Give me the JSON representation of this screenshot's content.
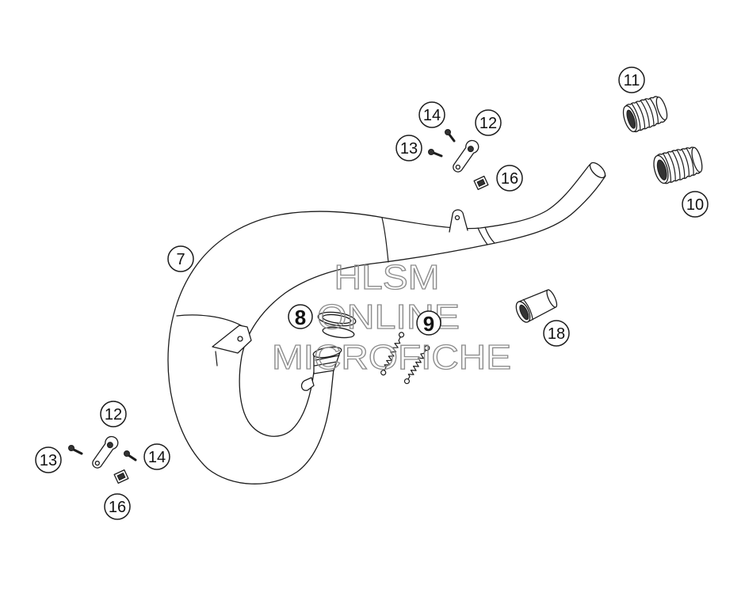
{
  "callouts": [
    "7",
    "8",
    "9",
    "10",
    "11",
    "12",
    "12",
    "13",
    "13",
    "14",
    "14",
    "16",
    "16",
    "18"
  ],
  "watermark": [
    "HLSM",
    "ONLINE",
    "MICROFICHE"
  ],
  "colors": {
    "line": "#1c1c1c",
    "watermark": "#8c8c8c",
    "background": "#ffffff"
  }
}
